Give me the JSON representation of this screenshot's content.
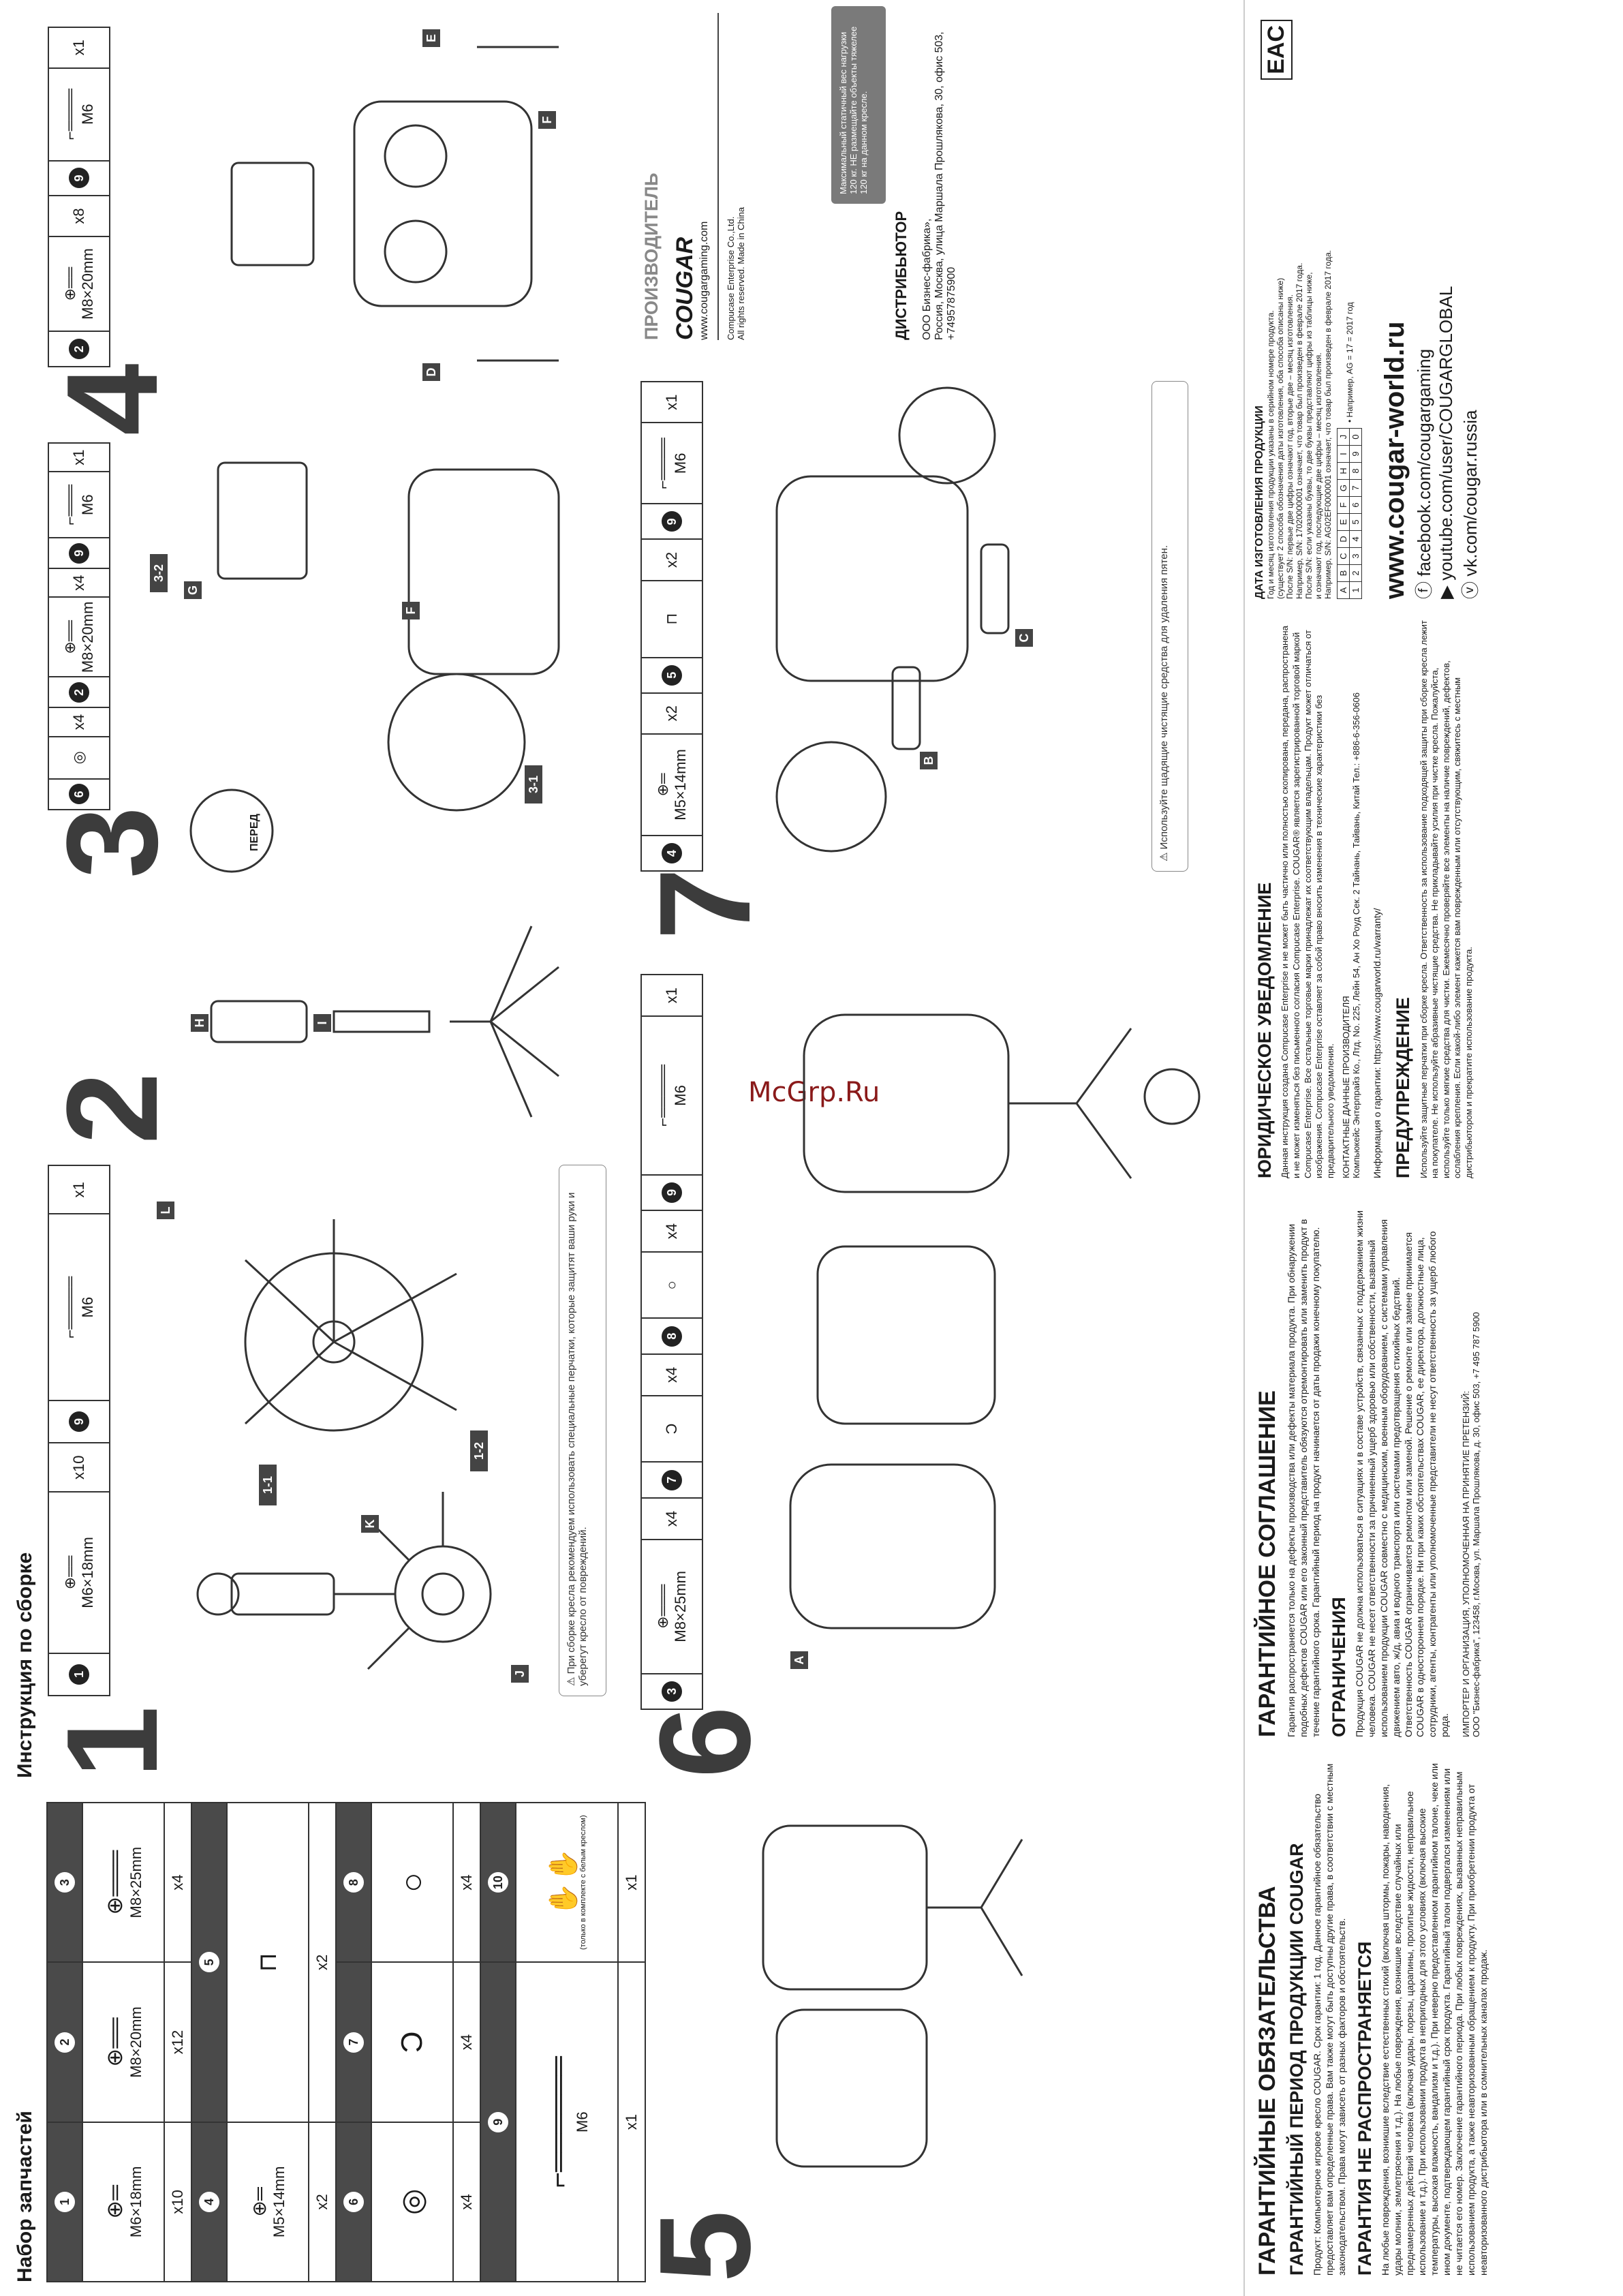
{
  "watermark": "McGrp.Ru",
  "parts": {
    "title": "Набор запчастей",
    "items": [
      {
        "num": "1",
        "spec": "M6×18mm",
        "qty": "x10"
      },
      {
        "num": "2",
        "spec": "M8×20mm",
        "qty": "x12"
      },
      {
        "num": "3",
        "spec": "M8×25mm",
        "qty": "x4"
      },
      {
        "num": "4",
        "spec": "M5×14mm",
        "qty": "x2"
      },
      {
        "num": "5",
        "spec": "",
        "qty": "x2"
      },
      {
        "num": "6",
        "spec": "",
        "qty": "x4"
      },
      {
        "num": "7",
        "spec": "",
        "qty": "x4"
      },
      {
        "num": "8",
        "spec": "",
        "qty": "x4"
      },
      {
        "num": "9",
        "spec": "M6",
        "qty": "x1"
      },
      {
        "num": "10",
        "spec": "(только в комплекте с белым креслом)",
        "qty": "x1"
      }
    ]
  },
  "instructions": {
    "title": "Инструкция по сборке",
    "steps": [
      {
        "step": "1",
        "parts": [
          {
            "num": "1",
            "spec": "M6×18mm",
            "qty": "x10"
          },
          {
            "num": "9",
            "spec": "M6",
            "qty": "x1"
          }
        ],
        "labels": [
          "1-1",
          "1-2",
          "K",
          "J",
          "L"
        ],
        "note": "При сборке кресла рекомендуем использовать специальные перчатки, которые защитят ваши руки и уберегут кресло от повреждений."
      },
      {
        "step": "2",
        "labels": [
          "H",
          "I"
        ]
      },
      {
        "step": "3",
        "parts": [
          {
            "num": "6",
            "spec": "",
            "qty": "x4"
          },
          {
            "num": "2",
            "spec": "M8×20mm",
            "qty": "x4"
          },
          {
            "num": "9",
            "spec": "M6",
            "qty": "x1"
          }
        ],
        "labels": [
          "3-1",
          "3-2",
          "G",
          "F"
        ],
        "front": "ПЕРЕД"
      },
      {
        "step": "4",
        "parts": [
          {
            "num": "2",
            "spec": "M8×20mm",
            "qty": "x8"
          },
          {
            "num": "9",
            "spec": "M6",
            "qty": "x1"
          }
        ],
        "labels": [
          "D",
          "E",
          "F"
        ]
      },
      {
        "step": "5"
      },
      {
        "step": "6",
        "parts": [
          {
            "num": "3",
            "spec": "M8×25mm",
            "qty": "x4"
          },
          {
            "num": "7",
            "spec": "",
            "qty": "x4"
          },
          {
            "num": "8",
            "spec": "",
            "qty": "x4"
          },
          {
            "num": "9",
            "spec": "M6",
            "qty": "x1"
          }
        ],
        "labels": [
          "A"
        ]
      },
      {
        "step": "7",
        "parts": [
          {
            "num": "4",
            "spec": "M5×14mm",
            "qty": "x2"
          },
          {
            "num": "5",
            "spec": "",
            "qty": "x2"
          },
          {
            "num": "9",
            "spec": "M6",
            "qty": "x1"
          }
        ],
        "labels": [
          "B",
          "C"
        ],
        "note": "Используйте щадящие чистящие средства для удаления пятен."
      }
    ]
  },
  "manufacturer": {
    "title": "ПРОИЗВОДИТЕЛЬ",
    "brand": "COUGAR",
    "site": "www.cougargaming.com",
    "company": "Compucase Enterprise Co.,Ltd.",
    "rights": "All rights reserved. Made in China",
    "load_note": "Максимальный статичный вес нагрузки 120 кг. НЕ размещайте объекты тяжелее 120 кг на данном кресле."
  },
  "distributor": {
    "title": "ДИСТРИБЬЮТОР",
    "lines": [
      "ООО Бизнес-фабрика»,",
      "Россия, Москва, улица Маршала Прошлякова, 30, офис 503,",
      "+74957875900"
    ]
  },
  "production_date": {
    "title": "ДАТА ИЗГОТОВЛЕНИЯ ПРОДУКЦИИ",
    "lines": [
      "Год и месяц изготовления продукции указаны в серийном номере продукта.",
      "(существует 2 способа обозначения даты изготовления, оба способа описаны ниже)",
      "После S/N: первые две цифры означают год, вторые две – месяц изготовления.",
      "Например, S/N: 17020000001 означает, что товар был произведен в феврале 2017 года.",
      "После S/N: если указаны буквы, то две буквы представляют цифры из таблицы ниже,",
      "и означают год, последующие две цифры – месяц изготовления.",
      "Например, S/N: AG02EF0000001 означает, что товар был произведен в феврале 2017 года."
    ],
    "letters": [
      "A",
      "B",
      "C",
      "D",
      "E",
      "F",
      "G",
      "H",
      "I",
      "J"
    ],
    "digits": [
      "1",
      "2",
      "3",
      "4",
      "5",
      "6",
      "7",
      "8",
      "9",
      "0"
    ],
    "example": "• Например, AG = 17 = 2017 год",
    "eac": "EAC"
  },
  "social": {
    "site": "www.cougar-world.ru",
    "facebook": "facebook.com/cougargaming",
    "youtube": "youtube.com/user/COUGARGLOBAL",
    "vk": "vk.com/cougar.russia"
  },
  "legal": {
    "title": "ЮРИДИЧЕСКОЕ УВЕДОМЛЕНИЕ",
    "body": "Данная инструкция создана Compucase Enterprise и не может быть частично или полностью скопирована, передана, распространена и не может изменяться без письменного согласия Compucase Enterprise. COUGAR® является зарегистрированной торговой маркой Compucase Enterprise. Все остальные торговые марки принадлежат их соответствующим владельцам. Продукт может отличаться от изображения. Compucase Enterprise оставляет за собой право вносить изменения в технические характеристики без предварительного уведомления.",
    "contact_title": "КОНТАКТНЫЕ ДАННЫЕ ПРОИЗВОДИТЕЛЯ",
    "contact": "Компьюкейс Энтерпрайз Ко., Лтд. No. 225, Лейн 54, Ан Хо Роуд Сек. 2 Тайнань, Тайвань, Китай Тел.: +886-6-356-0606",
    "warranty_info": "Информация о гарантии: https://www.cougarworld.ru/warranty/"
  },
  "warning": {
    "title": "ПРЕДУПРЕЖДЕНИЕ",
    "body": "Используйте защитные перчатки при сборке кресла. Ответственность за использование подходящей защиты при сборке кресла лежит на покупателе. Не используйте абразивные чистящие средства. Не прикладывайте усилия при чистке кресла. Пожалуйста, используйте только мягкие средства для чистки. Ежемесячно проверяйте все элементы на наличие повреждений, дефектов, ослабления крепления. Если какой-либо элемент кажется вам поврежденным или отсутствующим, свяжитесь с местным дистрибьютором и прекратите использование продукта."
  },
  "guarantee": {
    "title": "ГАРАНТИЙНОЕ СОГЛАШЕНИЕ",
    "body": "Гарантия распространяется только на дефекты производства или дефекты материала продукта. При обнаружении подобных дефектов COUGAR или его законный представитель обязуются отремонтировать или заменить продукт в течение гарантийного срока. Гарантийный период на продукт начинается от даты продажи конечному покупателю.",
    "limits_title": "ОГРАНИЧЕНИЯ",
    "limits": "Продукция COUGAR не должна использоваться в ситуациях и в составе устройств, связанных с поддержанием жизни человека. COUGAR не несет ответственности за причиненный ущерб здоровью или собственности, вызванный использованием продукции COUGAR совместно с медицинским, военным оборудованием, с системами управления движением авто, ж/д, авиа и водного транспорта или системами предотвращения стихийных бедствий. Ответственность COUGAR ограничивается ремонтом или заменой. Решение о ремонте или замене принимается COUGAR в одностороннем порядке. Ни при каких обстоятельствах COUGAR, ее директора, должностные лица, сотрудники, агенты, контрагенты или уполномоченные представители не несут ответственность за ущерб любого рода.",
    "claims": "ИМПОРТЕР И ОРГАНИЗАЦИЯ, УПОЛНОМОЧЕННАЯ НА ПРИНЯТИЕ ПРЕТЕНЗИЙ:",
    "claims_addr": "ООО \"Бизнес-фабрика\", 123458, г.Москва, ул. Маршала Прошлякова, д. 30, офис 503, +7 495 787 5900"
  },
  "obligations": {
    "title": "ГАРАНТИЙНЫЕ ОБЯЗАТЕЛЬСТВА",
    "period_title": "ГАРАНТИЙНЫЙ ПЕРИОД ПРОДУКЦИИ COUGAR",
    "period": "Продукт: Компьютерное игровое кресло COUGAR. Срок гарантии: 1 год. Данное гарантийное обязательство предоставляет вам определенные права. Вам также могут быть доступны другие права, в соответствии с местным законодательством. Права могут зависеть от разных факторов и обстоятельств.",
    "exclusions_title": "ГАРАНТИЯ НЕ РАСПРОСТРАНЯЕТСЯ",
    "exclusions": "На любые повреждения, возникшие вследствие естественных стихий (включая штормы, пожары, наводнения, удары молнии, землетрясения и т.д.). На любые повреждения, возникшие вследствие случайных или преднамеренных действий человека (включая удары, порезы, царапины, пролитые жидкости, неправильное использование и т.д.). При использовании продукта в непригодных для этого условиях (включая высокие температуры, высокая влажность, вандализм и т.д.). При неверно предоставленном гарантийном талоне, чеке или ином документе, подтверждающем гарантийный срок продукта. Гарантийный талон подвергался изменениям или не читается его номер. Заключение гарантийного периода. При любых повреждениях, вызванных неправильным использованием продукта, а также неавторизованным обращением к продукту. При приобретении продукта от неавторизованного дистрибьютора или в сомнительных каналах продаж."
  }
}
